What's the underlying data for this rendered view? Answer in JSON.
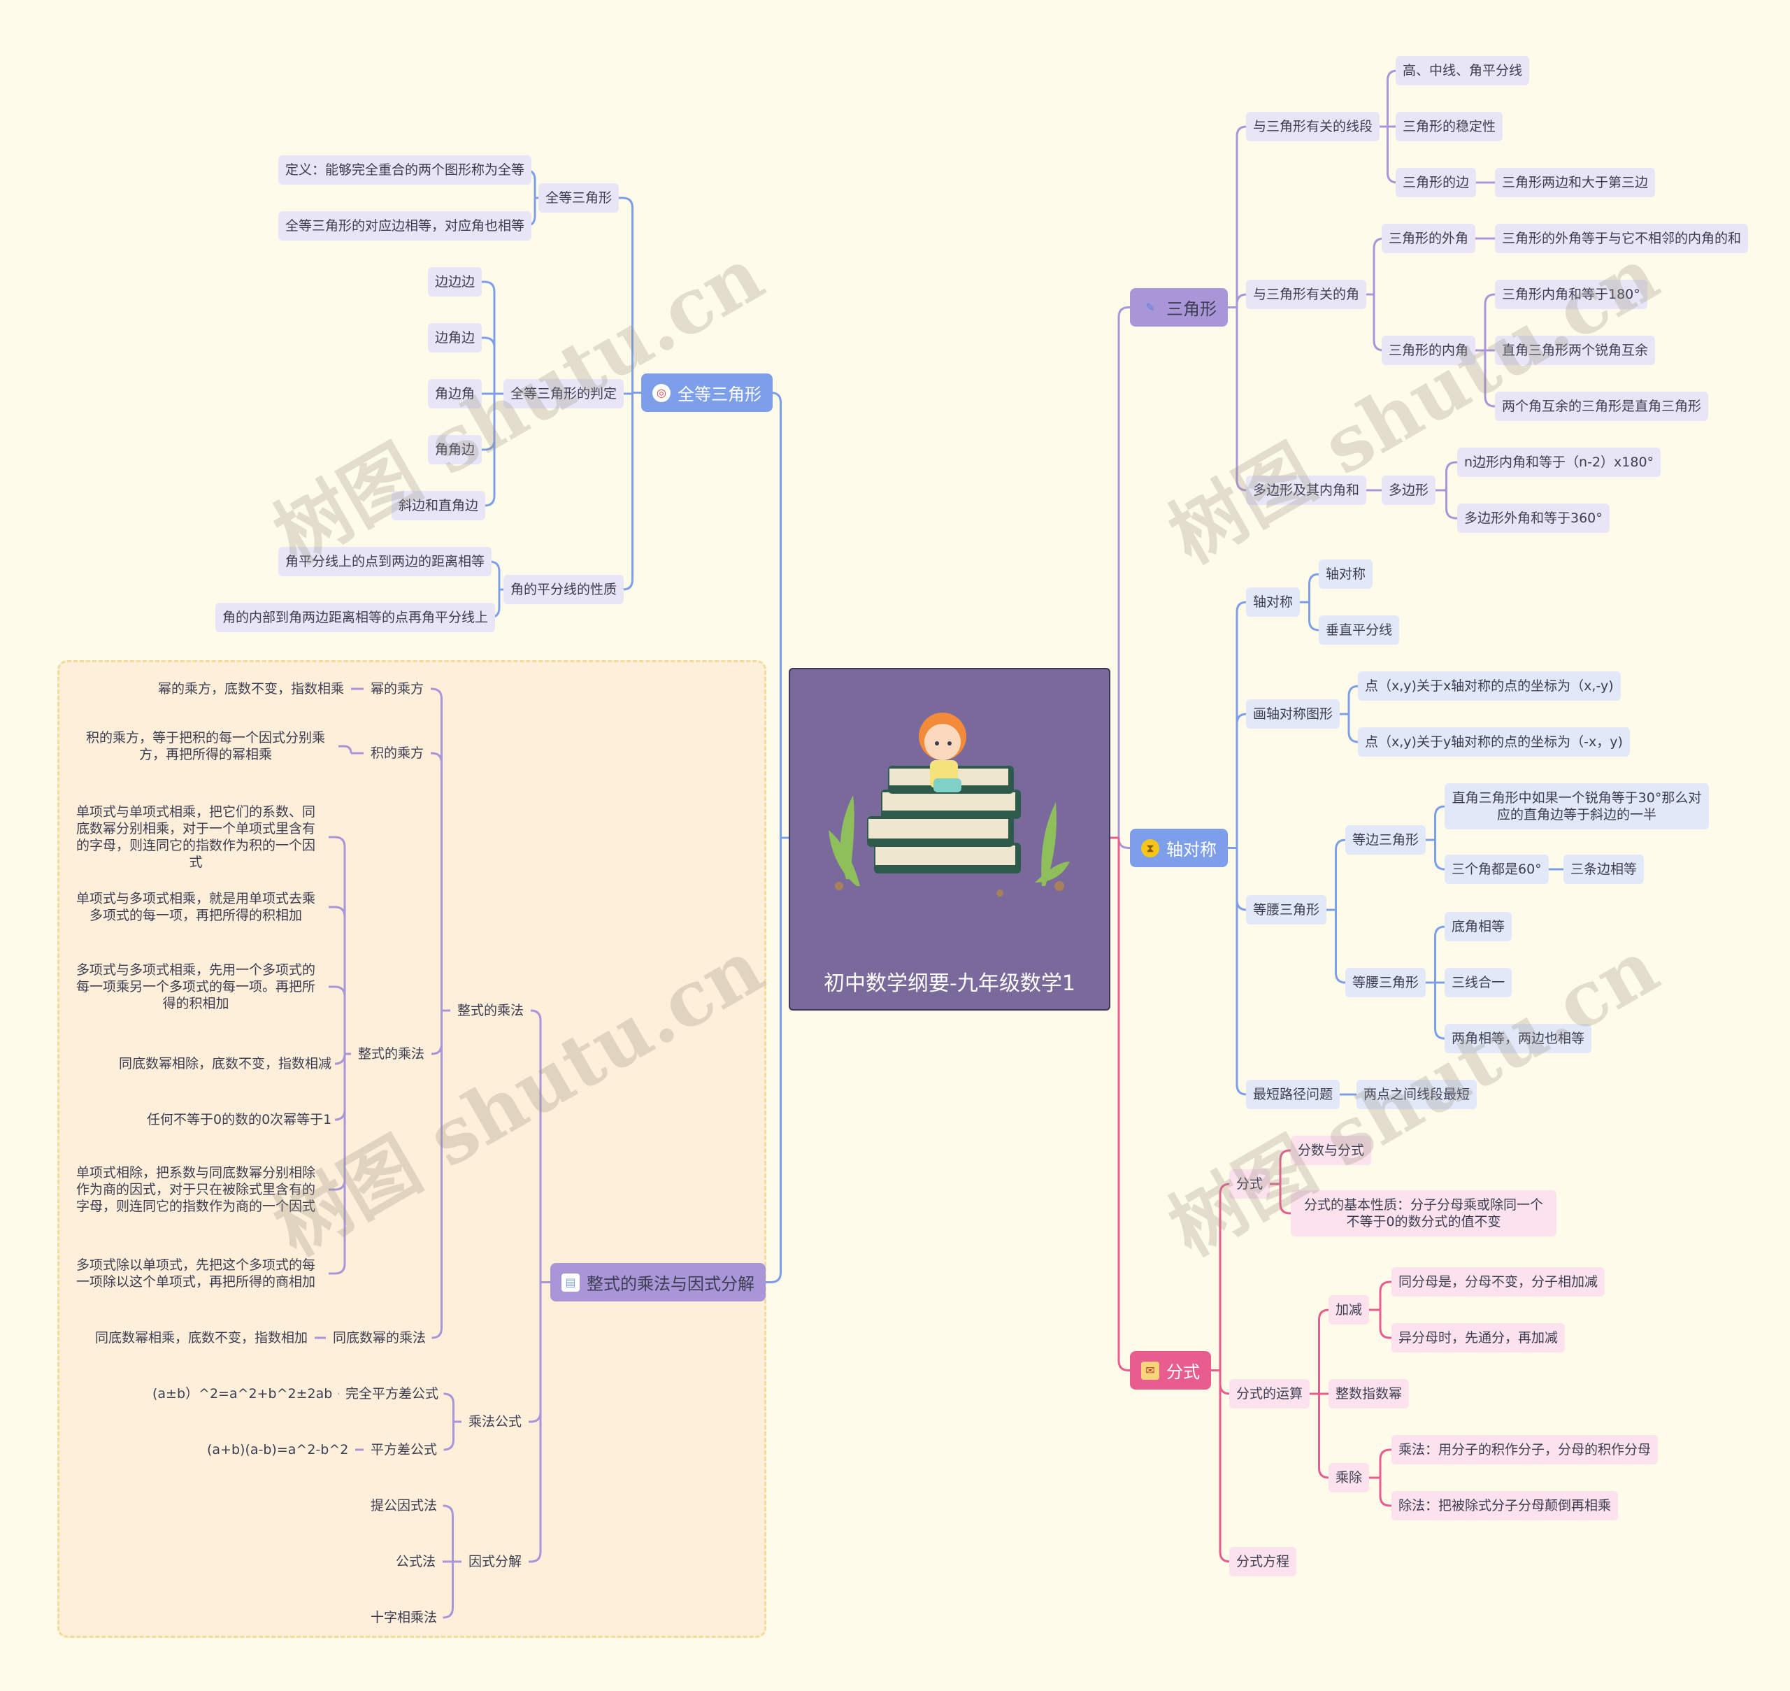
{
  "title": "初中数学纲要-九年级数学1",
  "watermark": "树图 shutu.cn",
  "colors": {
    "background": "#fffbeb",
    "center_box": "#7a6a9c",
    "blue_branch": "#7d9fea",
    "purple_branch": "#a896d8",
    "pink_branch": "#e85d8e",
    "summary_box": "#fdefd9"
  },
  "branches": {
    "quandeng": {
      "label": "全等三角形",
      "icon": "target-icon",
      "c1": "全等三角形",
      "c1_1": "定义：能够完全重合的两个图形称为全等",
      "c1_2": "全等三角形的对应边相等，对应角也相等",
      "c2": "全等三角形的判定",
      "c2_1": "边边边",
      "c2_2": "边角边",
      "c2_3": "角边角",
      "c2_4": "角角边",
      "c2_5": "斜边和直角边",
      "c3": "角的平分线的性质",
      "c3_1": "角平分线上的点到两边的距离相等",
      "c3_2": "角的内部到角两边距离相等的点再角平分线上"
    },
    "zhengshi": {
      "label": "整式的乘法与因式分解",
      "icon": "clipboard-icon",
      "c1": "整式的乘法",
      "c1_1": "幂的乘方",
      "c1_1_1": "幂的乘方，底数不变，指数相乘",
      "c1_2": "积的乘方",
      "c1_2_1": "积的乘方，等于把积的每一个因式分别乘方，再把所得的幂相乘",
      "c1_3": "整式的乘法",
      "c1_3_1": "单项式与单项式相乘，把它们的系数、同底数幂分别相乘，对于一个单项式里含有的字母，则连同它的指数作为积的一个因式",
      "c1_3_2": "单项式与多项式相乘，就是用单项式去乘多项式的每一项，再把所得的积相加",
      "c1_3_3": "多项式与多项式相乘，先用一个多项式的每一项乘另一个多项式的每一项。再把所得的积相加",
      "c1_3_4": "同底数幂相除，底数不变，指数相减",
      "c1_3_5": "任何不等于0的数的0次幂等于1",
      "c1_3_6": "单项式相除，把系数与同底数幂分别相除作为商的因式，对于只在被除式里含有的字母，则连同它的指数作为商的一个因式",
      "c1_3_7": "多项式除以单项式，先把这个多项式的每一项除以这个单项式，再把所得的商相加",
      "c1_4": "同底数幂的乘法",
      "c1_4_1": "同底数幂相乘，底数不变，指数相加",
      "c2": "乘法公式",
      "c2_1": "完全平方差公式",
      "c2_1_1": "(a±b）^2=a^2+b^2±2ab",
      "c2_2": "平方差公式",
      "c2_2_1": "(a+b)(a-b)=a^2-b^2",
      "c3": "因式分解",
      "c3_1": "提公因式法",
      "c3_2": "公式法",
      "c3_3": "十字相乘法"
    },
    "sanjiao": {
      "label": "三角形",
      "icon": "pencil-icon",
      "c1": "与三角形有关的线段",
      "c1_1": "高、中线、角平分线",
      "c1_2": "三角形的稳定性",
      "c1_3": "三角形的边",
      "c1_3_1": "三角形两边和大于第三边",
      "c2": "与三角形有关的角",
      "c2_1": "三角形的外角",
      "c2_1_1": "三角形的外角等于与它不相邻的内角的和",
      "c2_2": "三角形的内角",
      "c2_2_1": "三角形内角和等于180°",
      "c2_2_2": "直角三角形两个锐角互余",
      "c2_2_3": "两个角互余的三角形是直角三角形",
      "c3": "多边形及其内角和",
      "c3_1": "多边形",
      "c3_1_1": "n边形内角和等于（n-2）x180°",
      "c3_1_2": "多边形外角和等于360°"
    },
    "zhouduichen": {
      "label": "轴对称",
      "icon": "hourglass-icon",
      "c1": "轴对称",
      "c1_1": "轴对称",
      "c1_2": "垂直平分线",
      "c2": "画轴对称图形",
      "c2_1": "点（x,y)关于x轴对称的点的坐标为（x,-y)",
      "c2_2": "点（x,y)关于y轴对称的点的坐标为（-x，y)",
      "c3": "等腰三角形",
      "c3_1": "等边三角形",
      "c3_1_1": "直角三角形中如果一个锐角等于30°那么对应的直角边等于斜边的一半",
      "c3_1_2": "三个角都是60°",
      "c3_1_2_1": "三条边相等",
      "c3_2": "等腰三角形",
      "c3_2_1": "底角相等",
      "c3_2_2": "三线合一",
      "c3_2_3": "两角相等，两边也相等",
      "c4": "最短路径问题",
      "c4_1": "两点之间线段最短"
    },
    "fenshi": {
      "label": "分式",
      "icon": "envelope-icon",
      "c1": "分式",
      "c1_1": "分数与分式",
      "c1_2": "分式的基本性质：分子分母乘或除同一个不等于0的数分式的值不变",
      "c2": "分式的运算",
      "c2_1": "加减",
      "c2_1_1": "同分母是，分母不变，分子相加减",
      "c2_1_2": "异分母时，先通分，再加减",
      "c2_2": "整数指数幂",
      "c2_3": "乘除",
      "c2_3_1": "乘法：用分子的积作分子，分母的积作分母",
      "c2_3_2": "除法：把被除式分子分母颠倒再相乘",
      "c3": "分式方程"
    }
  }
}
